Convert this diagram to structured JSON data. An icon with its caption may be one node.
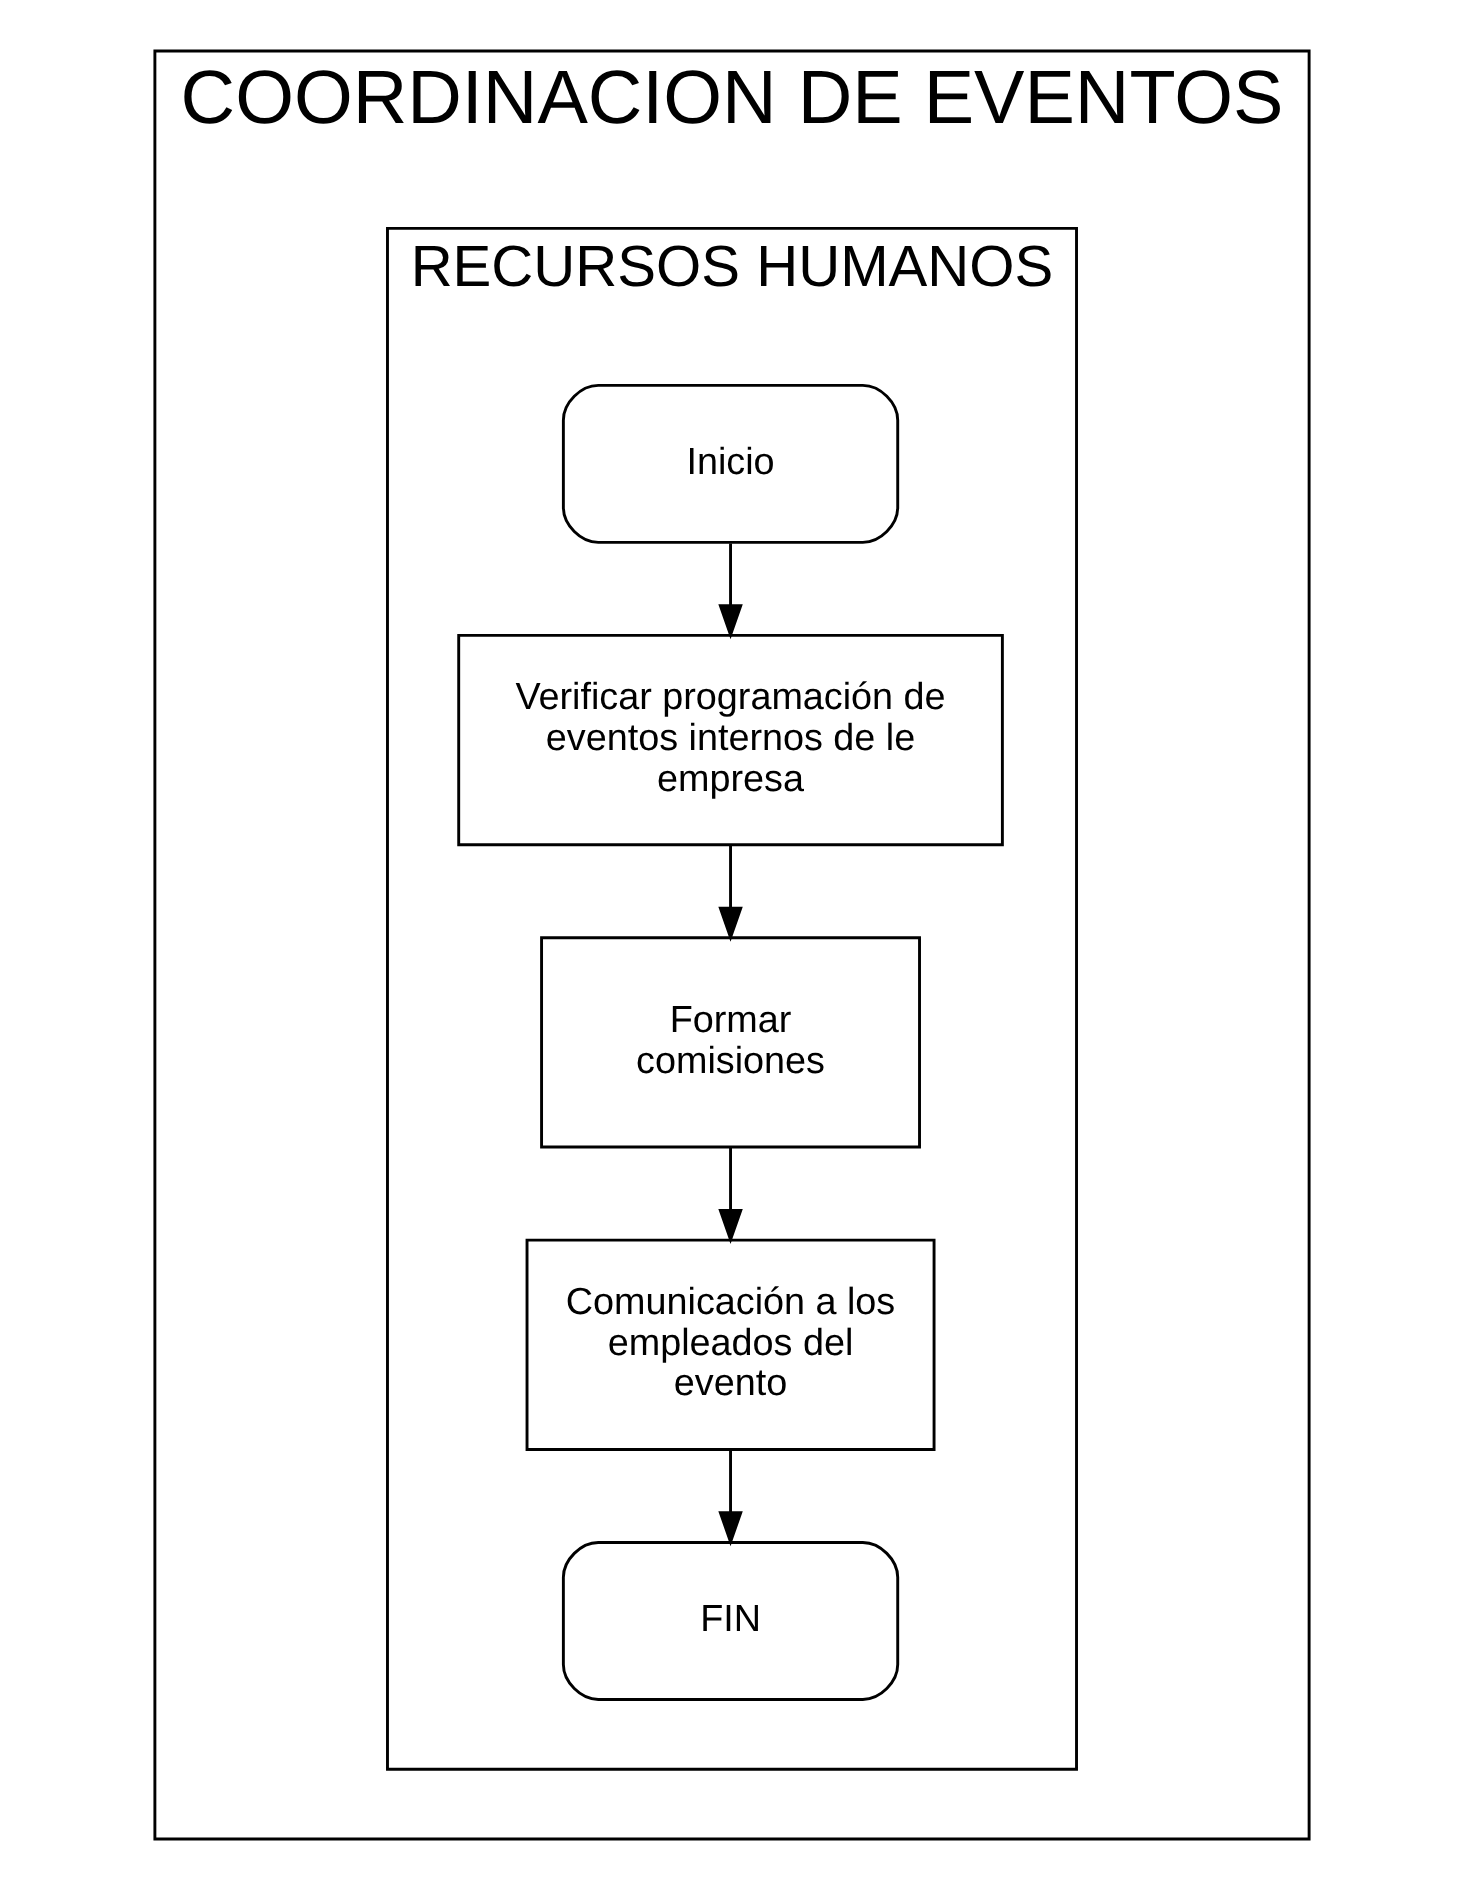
{
  "diagram": {
    "nodes": [
      {
        "text": [
          "COORDINACION DE EVENTOS"
        ]
      },
      {
        "text": [
          "RECURSOS HUMANOS"
        ],
        "in": 0
      },
      {
        "text": [
          "Inicio"
        ],
        "in": 1
      },
      {
        "text": [
          "Verificar programación de eventos internos de le empresa"
        ],
        "in": 1
      },
      {
        "text": [
          "Formar comisiones"
        ],
        "in": 1
      },
      {
        "text": [
          "Comunicación a los empleados del evento"
        ],
        "in": 1
      },
      {
        "text": [
          "FIN"
        ],
        "in": 1
      }
    ],
    "edges": [
      {
        "from": 2,
        "to": 3,
        "arrow": "to"
      },
      {
        "from": 3,
        "to": 4,
        "arrow": "to"
      },
      {
        "from": 4,
        "to": 5,
        "arrow": "to"
      },
      {
        "from": 5,
        "to": 6,
        "arrow": "to"
      }
    ]
  }
}
